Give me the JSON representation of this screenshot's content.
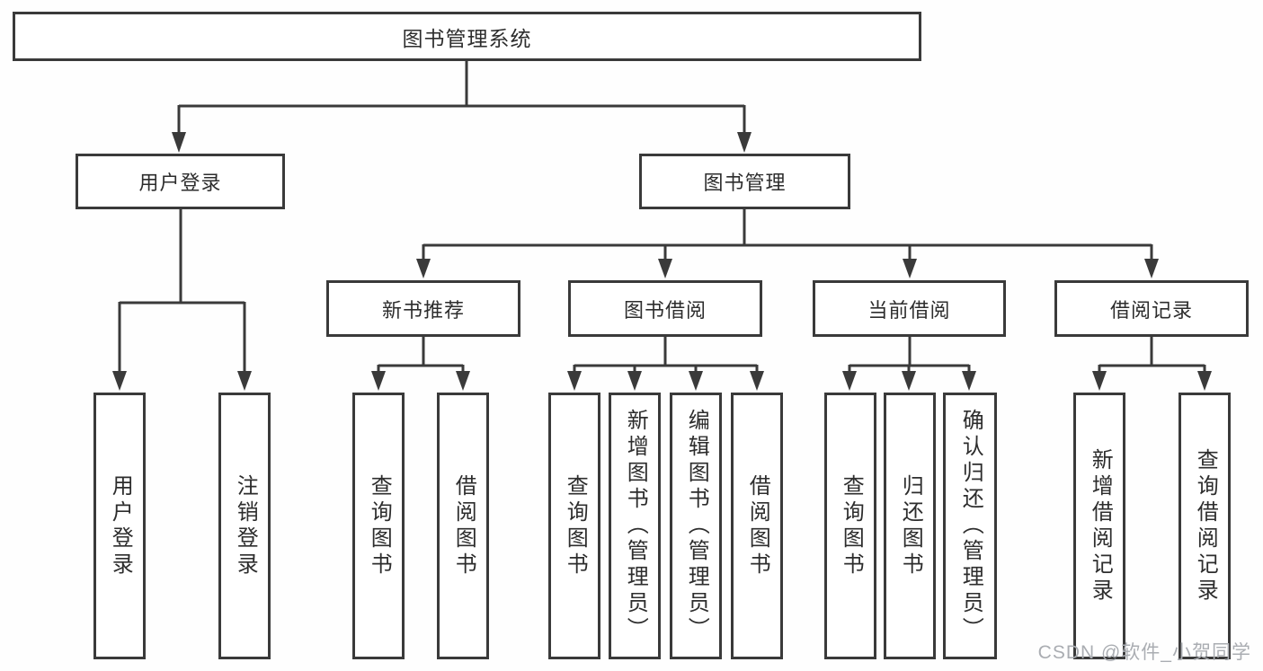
{
  "diagram": {
    "root": {
      "label": "图书管理系统"
    },
    "level2": [
      {
        "label": "用户登录"
      },
      {
        "label": "图书管理"
      }
    ],
    "level3": [
      {
        "label": "新书推荐",
        "parent": "图书管理"
      },
      {
        "label": "图书借阅",
        "parent": "图书管理"
      },
      {
        "label": "当前借阅",
        "parent": "图书管理"
      },
      {
        "label": "借阅记录",
        "parent": "图书管理"
      }
    ],
    "leaves": [
      {
        "label": "用户登录",
        "parent": "用户登录"
      },
      {
        "label": "注销登录",
        "parent": "用户登录"
      },
      {
        "label": "查询图书",
        "parent": "新书推荐"
      },
      {
        "label": "借阅图书",
        "parent": "新书推荐"
      },
      {
        "label": "查询图书",
        "parent": "图书借阅"
      },
      {
        "label": "新增图书（管理员）",
        "parent": "图书借阅"
      },
      {
        "label": "编辑图书（管理员）",
        "parent": "图书借阅"
      },
      {
        "label": "借阅图书",
        "parent": "图书借阅"
      },
      {
        "label": "查询图书",
        "parent": "当前借阅"
      },
      {
        "label": "归还图书",
        "parent": "当前借阅"
      },
      {
        "label": "确认归还（管理员）",
        "parent": "当前借阅"
      },
      {
        "label": "新增借阅记录",
        "parent": "借阅记录"
      },
      {
        "label": "查询借阅记录",
        "parent": "借阅记录"
      }
    ],
    "watermark": "CSDN @软件_小贺同学"
  },
  "colors": {
    "line": "#3a3a3a",
    "box_border": "#3a3a3a",
    "box_fill": "#ffffff",
    "text": "#2d2d2d",
    "watermark": "#aaadb2",
    "background": "#fefefe"
  }
}
